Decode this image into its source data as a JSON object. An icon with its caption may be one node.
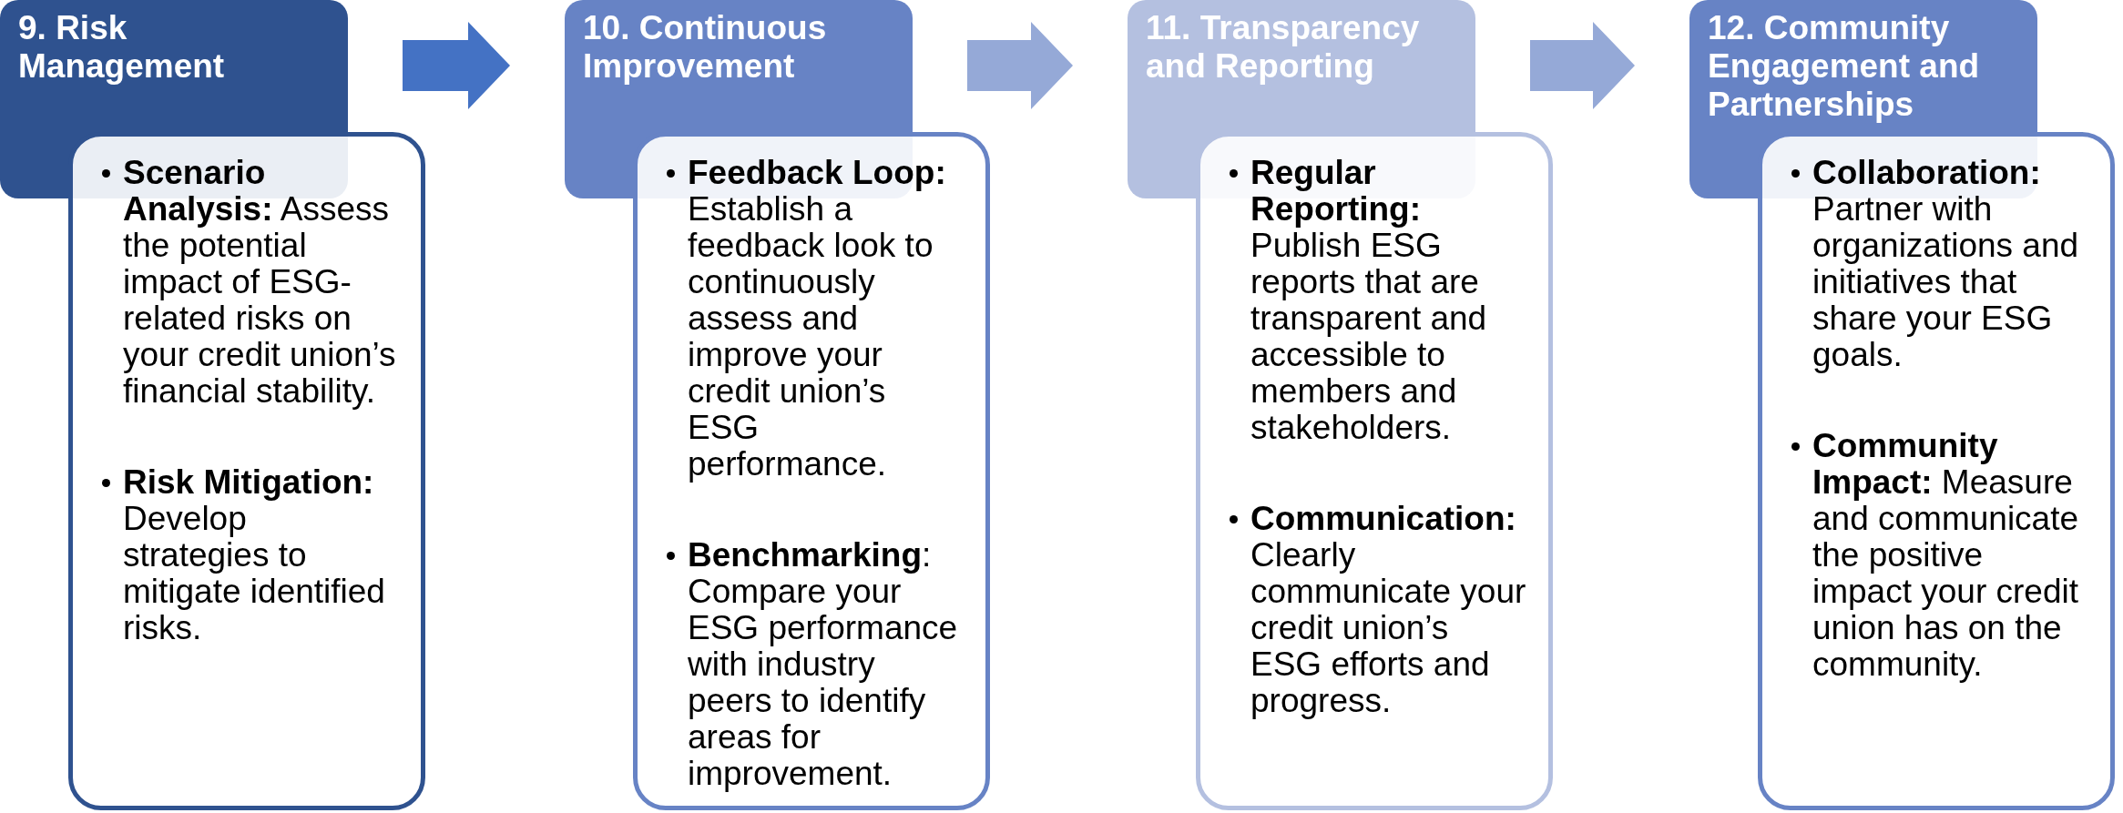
{
  "diagram": {
    "nodes": [
      {
        "text": [
          "9. Risk Management"
        ]
      },
      {
        "text": [
          "**Scenario Analysis:** Assess the potential impact of ESG-related risks on your credit union’s financial stability.",
          "**Risk Mitigation:** Develop strategies to mitigate identified risks."
        ]
      },
      {
        "text": [
          "10. Continuous Improvement"
        ]
      },
      {
        "text": [
          "**Feedback Loop:** Establish a feedback look to continuously assess and improve your credit union’s ESG performance.",
          "**Benchmarking**: Compare your ESG performance with industry peers to identify areas for improvement."
        ]
      },
      {
        "text": [
          "11. Transparency and Reporting"
        ]
      },
      {
        "text": [
          "**Regular Reporting:** Publish ESG reports that are transparent and accessible to members and stakeholders.",
          "**Communication:** Clearly communicate your credit union’s ESG efforts and progress."
        ]
      },
      {
        "text": [
          "12. Community Engagement and Partnerships"
        ]
      },
      {
        "text": [
          "**Collaboration:** Partner with organizations and initiatives that share your ESG goals.",
          "**Community Impact:** Measure and communicate the positive impact your credit union has on the community."
        ]
      }
    ],
    "edges": [
      {
        "from": 0,
        "to": 2,
        "arrow": "to",
        "color": "#4472c4"
      },
      {
        "from": 2,
        "to": 4,
        "arrow": "to",
        "color": "#95a9d7"
      },
      {
        "from": 4,
        "to": 6,
        "arrow": "to",
        "color": "#95a9d7"
      }
    ]
  }
}
